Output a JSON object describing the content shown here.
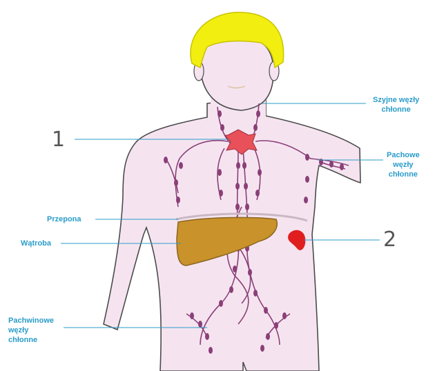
{
  "labels": {
    "neck_nodes": {
      "line1": "Szyjne węzły",
      "line2": "chłonne"
    },
    "axillary_nodes": {
      "line1": "Pachowe",
      "line2": "węzły",
      "line3": "chłonne"
    },
    "diaphragm": "Przepona",
    "liver": "Wątroba",
    "inguinal_nodes": {
      "line1": "Pachwinowe",
      "line2": "węzły",
      "line3": "chłonne"
    },
    "marker_1": "1",
    "marker_2": "2"
  },
  "colors": {
    "skin": "#f5e4f0",
    "outline": "#4a4a4a",
    "hair": "#f2ee10",
    "lymph": "#8b3f78",
    "thymus": "#e8505a",
    "liver": "#c9922a",
    "spleen": "#e01e1e",
    "label": "#2a9cc9",
    "leader": "#2a9cc9"
  }
}
